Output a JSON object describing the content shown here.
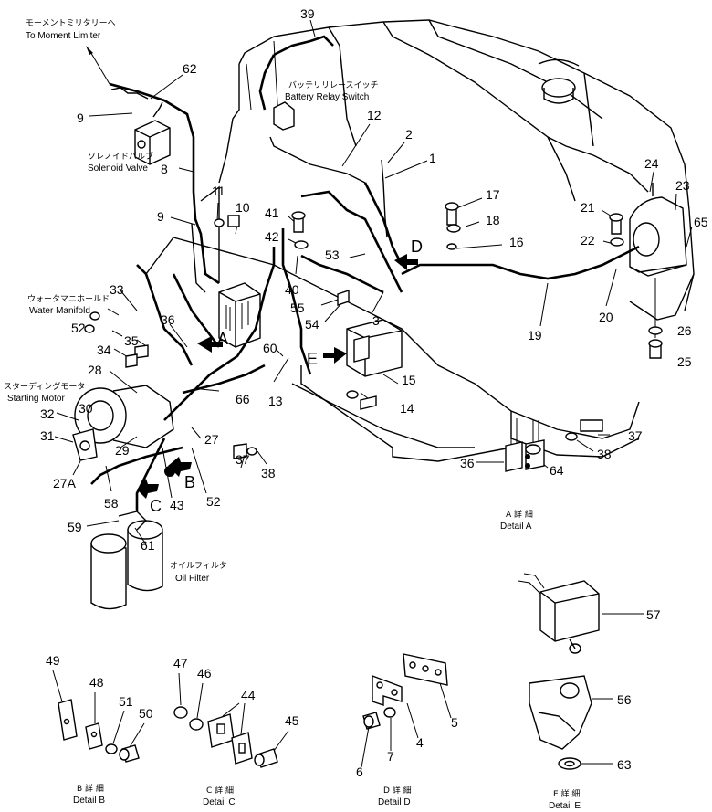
{
  "colors": {
    "line": "#000000",
    "background": "#ffffff"
  },
  "annotations": {
    "moment_limiter": {
      "jp": "モーメントミリタリーへ",
      "en": "To Moment Limiter"
    },
    "battery_relay": {
      "jp": "バッテリリレースイッチ",
      "en": "Battery Relay Switch"
    },
    "solenoid_valve": {
      "jp": "ソレノイドバルブ",
      "en": "Solenoid Valve"
    },
    "water_manifold": {
      "jp": "ウォータマニホールド",
      "en": "Water Manifold"
    },
    "starting_motor": {
      "jp": "スターディングモータ",
      "en": "Starting Motor"
    },
    "oil_filter": {
      "jp": "オイルフィルタ",
      "en": "Oil Filter"
    },
    "detail_a": {
      "jp": "A 詳 細",
      "en": "Detail A"
    },
    "detail_b": {
      "jp": "B 詳 細",
      "en": "Detail B"
    },
    "detail_c": {
      "jp": "C 詳 細",
      "en": "Detail C"
    },
    "detail_d": {
      "jp": "D 詳 細",
      "en": "Detail D"
    },
    "detail_e": {
      "jp": "E 詳 細",
      "en": "Detail E"
    }
  },
  "view_letters": {
    "a": "A",
    "b": "B",
    "c": "C",
    "d": "D",
    "e": "E"
  },
  "part_numbers": {
    "p1": "1",
    "p2": "2",
    "p3": "3",
    "p4": "4",
    "p5": "5",
    "p6": "6",
    "p7": "7",
    "p8": "8",
    "p9a": "9",
    "p9b": "9",
    "p10": "10",
    "p11": "11",
    "p12": "12",
    "p13": "13",
    "p14": "14",
    "p15": "15",
    "p16": "16",
    "p17": "17",
    "p18": "18",
    "p19": "19",
    "p20": "20",
    "p21": "21",
    "p22": "22",
    "p23": "23",
    "p24": "24",
    "p25": "25",
    "p26": "26",
    "p27": "27",
    "p27a": "27A",
    "p28": "28",
    "p29": "29",
    "p30": "30",
    "p31": "31",
    "p32": "32",
    "p33": "33",
    "p34": "34",
    "p35": "35",
    "p36": "36",
    "p36a": "36",
    "p37": "37",
    "p37a": "37",
    "p38": "38",
    "p38a": "38",
    "p39": "39",
    "p40": "40",
    "p41": "41",
    "p42": "42",
    "p43": "43",
    "p44": "44",
    "p45": "45",
    "p46": "46",
    "p47": "47",
    "p48": "48",
    "p49": "49",
    "p50": "50",
    "p51": "51",
    "p52": "52",
    "p52a": "52",
    "p53": "53",
    "p54": "54",
    "p55": "55",
    "p56": "56",
    "p57": "57",
    "p58": "58",
    "p59": "59",
    "p60": "60",
    "p61": "61",
    "p62": "62",
    "p63": "63",
    "p64": "64",
    "p65": "65",
    "p66": "66"
  }
}
